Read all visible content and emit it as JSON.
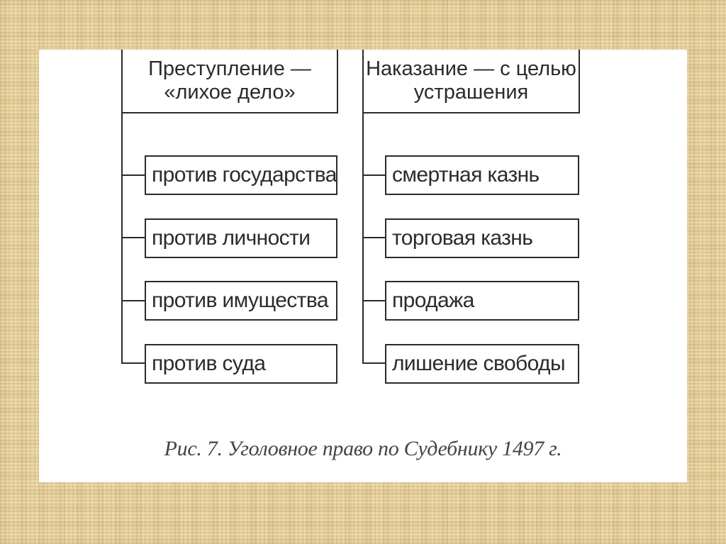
{
  "diagram": {
    "left_column": {
      "header": "Преступление —\n«лихое дело»",
      "items": [
        "против государства",
        "против личности",
        "против имущества",
        "против суда"
      ]
    },
    "right_column": {
      "header": "Наказание — с целью\nустрашения",
      "items": [
        "смертная казнь",
        "торговая казнь",
        "продажа",
        "лишение свободы"
      ]
    },
    "caption": "Рис. 7. Уголовное право по Судебнику 1497 г."
  }
}
